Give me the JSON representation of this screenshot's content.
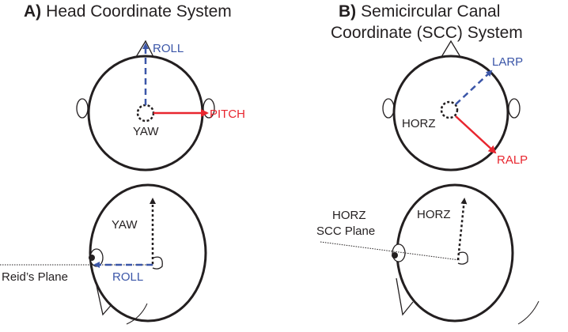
{
  "panel_a": {
    "letter": "A)",
    "title": "Head Coordinate System",
    "labels": {
      "roll_top": "ROLL",
      "pitch": "PITCH",
      "yaw_top": "YAW",
      "yaw_side": "YAW",
      "roll_side": "ROLL",
      "reids_plane": "Reid’s Plane"
    }
  },
  "panel_b": {
    "letter": "B)",
    "title_line1": "Semicircular Canal",
    "title_line2": "Coordinate (SCC) System",
    "labels": {
      "larp": "LARP",
      "horz_top": "HORZ",
      "ralp": "RALP",
      "horz_side": "HORZ",
      "scc_plane_line1": "HORZ",
      "scc_plane_line2": "SCC Plane"
    }
  },
  "colors": {
    "outline": "#231f20",
    "blue": "#3b56a8",
    "red": "#e8262f"
  }
}
